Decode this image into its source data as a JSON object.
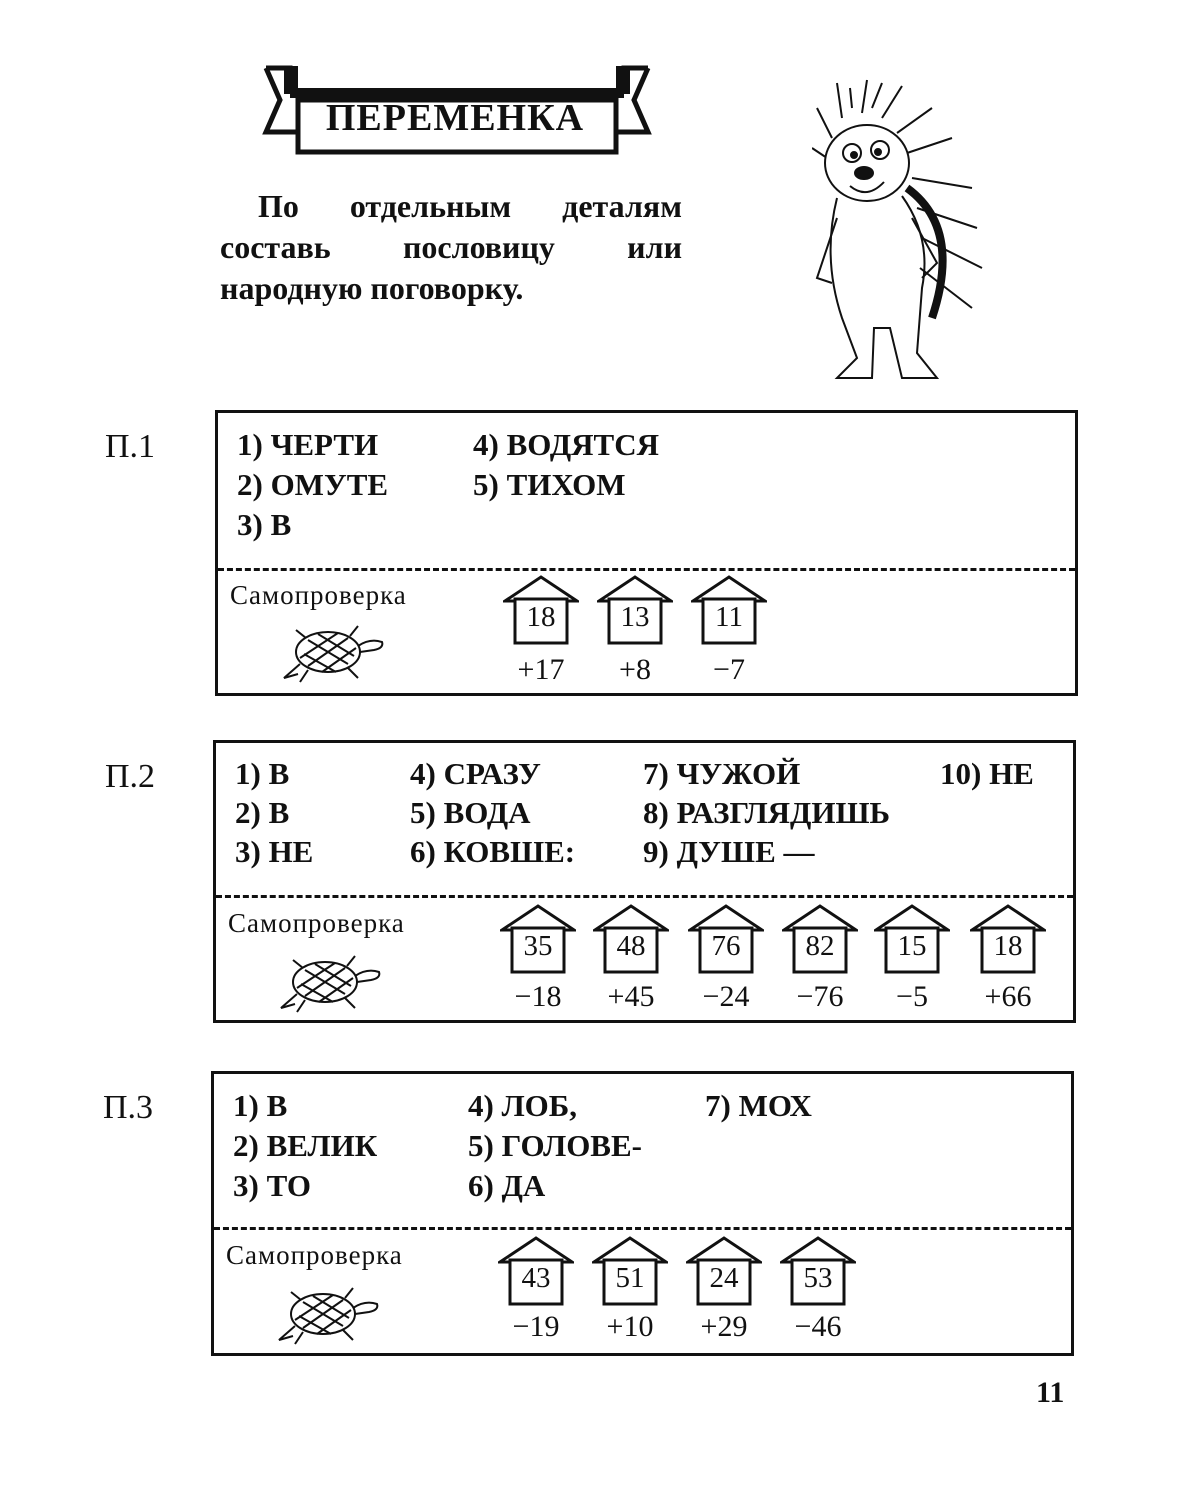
{
  "title": "ПЕРЕМЕНКА",
  "intro": "По отдельным деталям составь пословицу или народную поговорку.",
  "self_check_label": "Самопроверка",
  "page_number": "11",
  "exercises": [
    {
      "label": "П.1",
      "words": [
        "1) ЧЕРТИ",
        "2) ОМУТЕ",
        "3) В",
        "4) ВОДЯТСЯ",
        "5) ТИХОМ"
      ],
      "houses": [
        {
          "num": "18",
          "op": "+17"
        },
        {
          "num": "13",
          "op": "+8"
        },
        {
          "num": "11",
          "op": "−7"
        }
      ]
    },
    {
      "label": "П.2",
      "words": [
        "1) В",
        "2) В",
        "3) НЕ",
        "4) СРАЗУ",
        "5) ВОДА",
        "6) КОВШЕ:",
        "7) ЧУЖОЙ",
        "8) РАЗГЛЯДИШЬ",
        "9) ДУШЕ —",
        "10) НЕ"
      ],
      "houses": [
        {
          "num": "35",
          "op": "−18"
        },
        {
          "num": "48",
          "op": "+45"
        },
        {
          "num": "76",
          "op": "−24"
        },
        {
          "num": "82",
          "op": "−76"
        },
        {
          "num": "15",
          "op": "−5"
        },
        {
          "num": "18",
          "op": "+66"
        }
      ]
    },
    {
      "label": "П.3",
      "words": [
        "1) В",
        "2) ВЕЛИК",
        "3) ТО",
        "4) ЛОБ,",
        "5) ГОЛОВЕ-",
        "6) ДА",
        "7) МОХ"
      ],
      "houses": [
        {
          "num": "43",
          "op": "−19"
        },
        {
          "num": "51",
          "op": "+10"
        },
        {
          "num": "24",
          "op": "+29"
        },
        {
          "num": "53",
          "op": "−46"
        }
      ]
    }
  ]
}
